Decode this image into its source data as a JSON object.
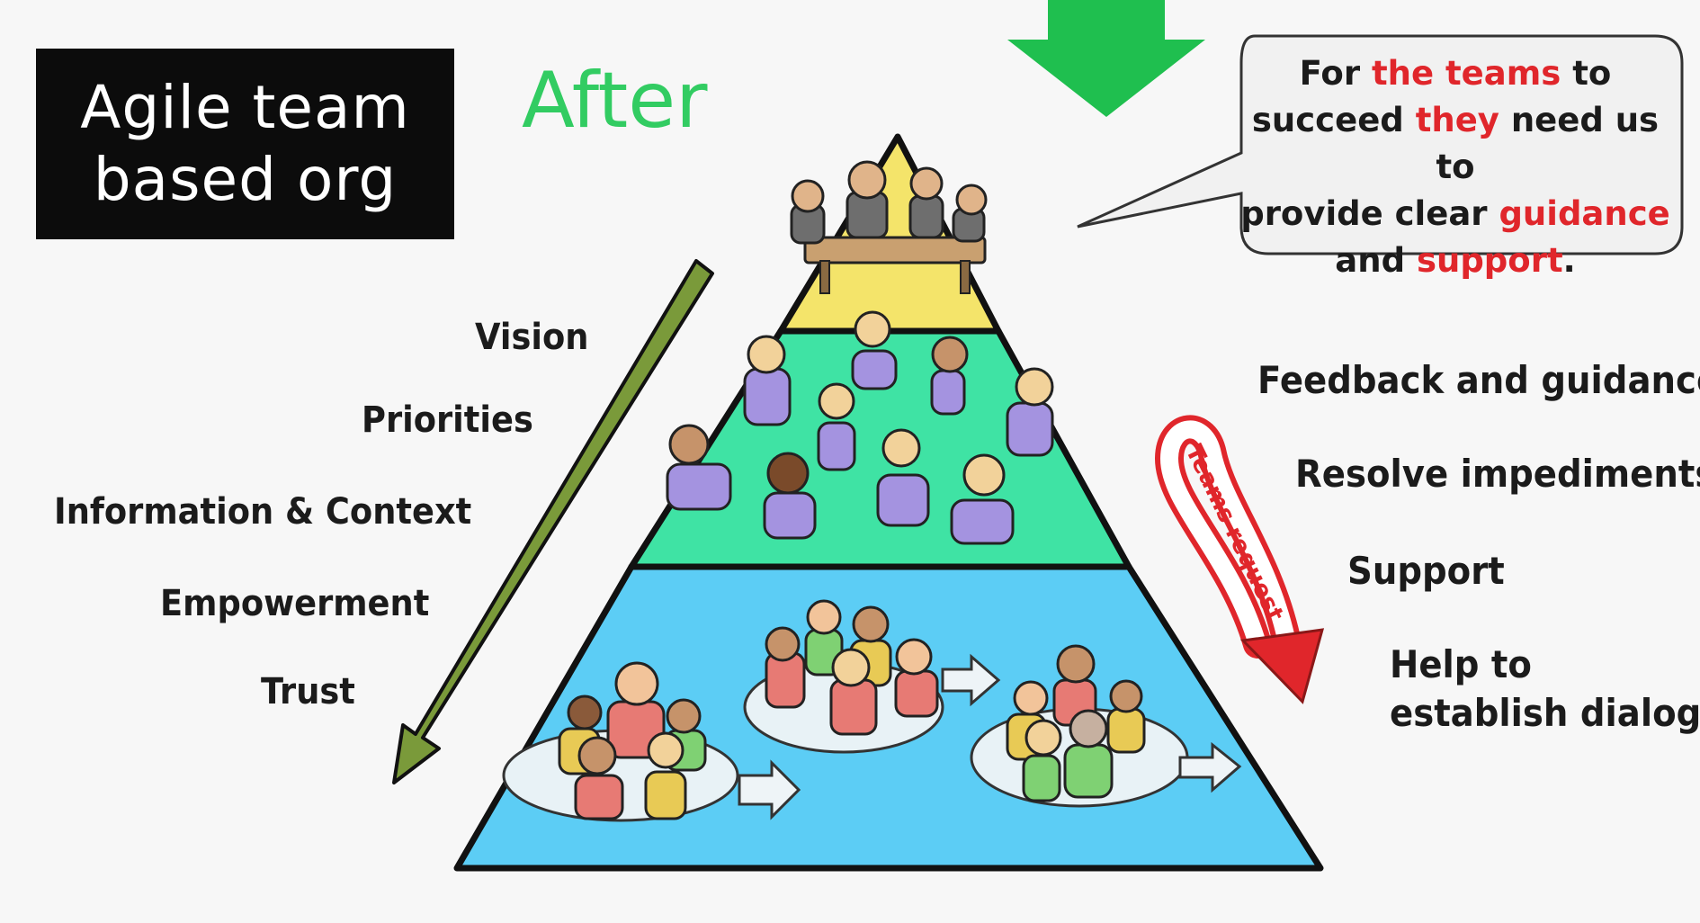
{
  "title": {
    "line1": "Agile team",
    "line2": "based org"
  },
  "after_label": "After",
  "speech_bubble": {
    "p1": "For ",
    "p2": "the teams",
    "p3": " to",
    "p4": "succeed ",
    "p5": "they",
    "p6": " need us to",
    "p7": "provide clear ",
    "p8": "guidance",
    "p9": "and ",
    "p10": "support",
    "p11": "."
  },
  "left_list": [
    "Vision",
    "Priorities",
    "Information & Context",
    "Empowerment",
    "Trust"
  ],
  "right_list": [
    "Feedback and guidance",
    "Resolve impediments",
    "Support",
    "Help to",
    "establish dialog"
  ],
  "teams_request_label": "Teams request",
  "colors": {
    "title_bg": "#0c0c0c",
    "after_green": "#32cc62",
    "accent_red": "#e0262b",
    "pyramid_top": "#f4e46a",
    "pyramid_middle": "#3fe3a4",
    "pyramid_bottom": "#5ccdf5",
    "left_arrow": "#7a9a3a",
    "top_arrow": "#1fbf4f"
  }
}
